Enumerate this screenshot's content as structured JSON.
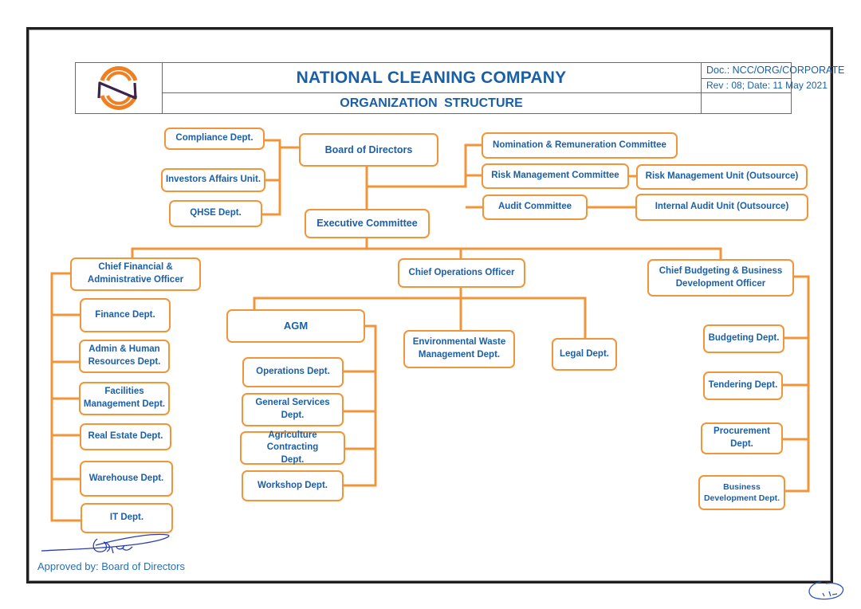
{
  "header": {
    "company_name": "NATIONAL CLEANING COMPANY",
    "subtitle": "ORGANIZATION  STRUCTURE",
    "doc_ref": "Doc.: NCC/ORG/CORPORATE",
    "revision": "Rev : 08; Date: 11 May 2021",
    "logo_icon": "ncc-logo-icon"
  },
  "colors": {
    "box_border": "#f0953a",
    "connector": "#f0953a",
    "text": "#1b5fa8",
    "logo_orange": "#f07f22",
    "logo_purple": "#3b2448",
    "signature": "#2b3fb0"
  },
  "chart": {
    "board": "Board of Directors",
    "board_left": [
      "Compliance Dept.",
      "Investors Affairs Unit.",
      "QHSE Dept."
    ],
    "committees": [
      {
        "name": "Nomination & Remuneration Committee",
        "unit": ""
      },
      {
        "name": "Risk Management Committee",
        "unit": "Risk Management Unit (Outsource)"
      },
      {
        "name": "Audit Committee",
        "unit": "Internal Audit Unit (Outsource)"
      }
    ],
    "executive": "Executive Committee",
    "cfo": {
      "title": [
        "Chief Financial &",
        "Administrative Officer"
      ],
      "depts": [
        [
          "Finance Dept."
        ],
        [
          "Admin & Human",
          "Resources Dept."
        ],
        [
          "Facilities",
          "Management Dept."
        ],
        [
          "Real Estate Dept."
        ],
        [
          "Warehouse Dept."
        ],
        [
          "IT Dept."
        ]
      ]
    },
    "coo": {
      "title": "Chief Operations Officer",
      "agm": "AGM",
      "agm_depts": [
        [
          "Operations Dept."
        ],
        [
          "General Services",
          "Dept."
        ],
        [
          "Agriculture Contracting",
          "Dept."
        ],
        [
          "Workshop Dept."
        ]
      ],
      "direct": [
        [
          "Environmental Waste",
          "Management Dept."
        ],
        [
          "Legal Dept."
        ]
      ]
    },
    "cbdo": {
      "title": [
        "Chief Budgeting & Business",
        "Development Officer"
      ],
      "depts": [
        [
          "Budgeting Dept."
        ],
        [
          "Tendering Dept."
        ],
        [
          "Procurement",
          "Dept."
        ],
        [
          "Business",
          "Development Dept."
        ]
      ]
    }
  },
  "footer": {
    "approved_by": "Approved by: Board of Directors",
    "signature_icon": "signature-icon",
    "initials_icon": "initials-icon"
  }
}
